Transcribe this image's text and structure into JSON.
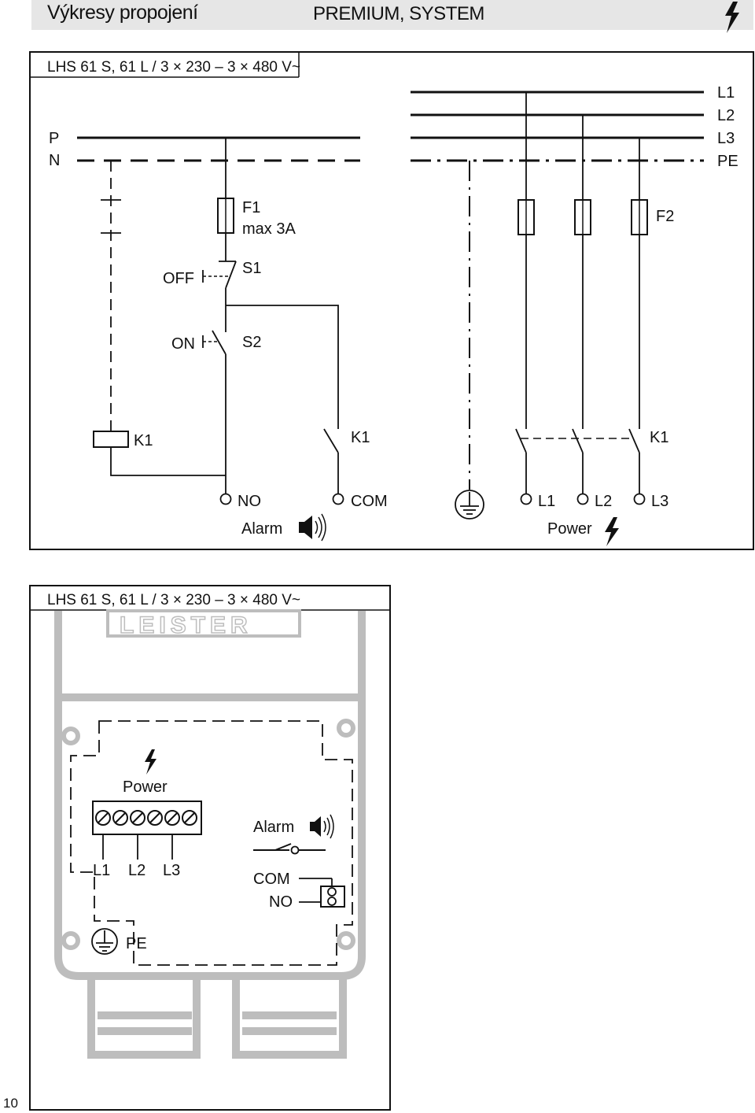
{
  "header": {
    "title": "Výkresy propojení",
    "subtitle": "PREMIUM, SYSTEM",
    "bolt_icon": "lightning-bolt-icon"
  },
  "diagram1": {
    "caption": "LHS 61 S, 61 L / 3 × 230 – 3 × 480 V~",
    "left_bus": [
      "P",
      "N"
    ],
    "right_bus": [
      "L1",
      "L2",
      "L3",
      "PE"
    ],
    "fuse_f1": [
      "F1",
      "max 3A"
    ],
    "fuse_f2": "F2",
    "switch_s1": {
      "name": "S1",
      "label": "OFF"
    },
    "switch_s2": {
      "name": "S2",
      "label": "ON"
    },
    "k1_coil": "K1",
    "k1_alarm_contact": "K1",
    "k1_power_contacts": "K1",
    "terminals": [
      "NO",
      "COM",
      "L1",
      "L2",
      "L3"
    ],
    "alarm_label": "Alarm",
    "power_label": "Power",
    "icons": [
      "ground-icon",
      "speaker-icon",
      "lightning-bolt-icon"
    ]
  },
  "diagram2": {
    "caption": "LHS 61 S, 61 L / 3 × 230 – 3 × 480 V~",
    "brand_watermark": "LEISTER",
    "power_label": "Power",
    "alarm_label": "Alarm",
    "phase_labels": [
      "L1",
      "L2",
      "L3"
    ],
    "com_label": "COM",
    "no_label": "NO",
    "pe_label": "PE"
  },
  "page_number": "10"
}
